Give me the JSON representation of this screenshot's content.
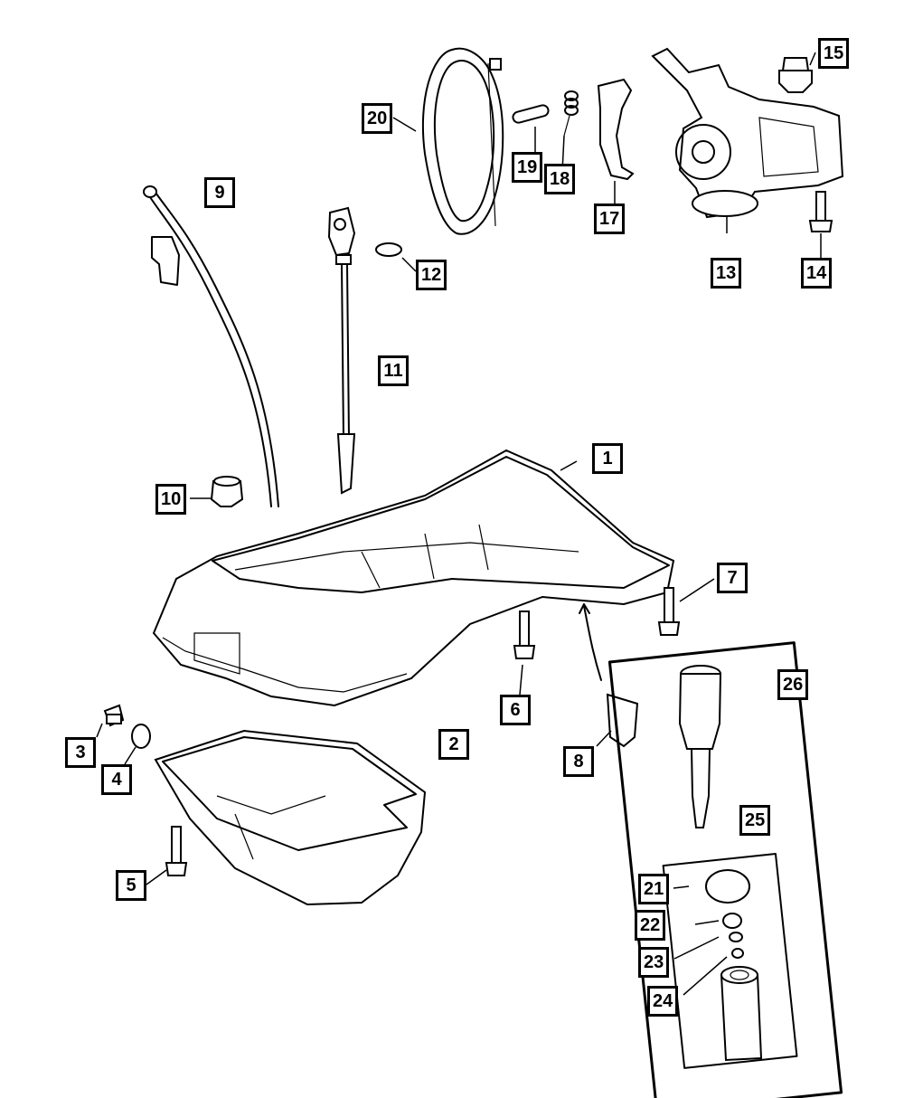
{
  "diagram": {
    "callouts": [
      {
        "id": "c1",
        "label": "1"
      },
      {
        "id": "c2",
        "label": "2"
      },
      {
        "id": "c3",
        "label": "3"
      },
      {
        "id": "c4",
        "label": "4"
      },
      {
        "id": "c5",
        "label": "5"
      },
      {
        "id": "c6",
        "label": "6"
      },
      {
        "id": "c7",
        "label": "7"
      },
      {
        "id": "c8",
        "label": "8"
      },
      {
        "id": "c9",
        "label": "9"
      },
      {
        "id": "c10",
        "label": "10"
      },
      {
        "id": "c11",
        "label": "11"
      },
      {
        "id": "c12",
        "label": "12"
      },
      {
        "id": "c13",
        "label": "13"
      },
      {
        "id": "c14",
        "label": "14"
      },
      {
        "id": "c15",
        "label": "15"
      },
      {
        "id": "c17",
        "label": "17"
      },
      {
        "id": "c18",
        "label": "18"
      },
      {
        "id": "c19",
        "label": "19"
      },
      {
        "id": "c20",
        "label": "20"
      },
      {
        "id": "c21",
        "label": "21"
      },
      {
        "id": "c22",
        "label": "22"
      },
      {
        "id": "c23",
        "label": "23"
      },
      {
        "id": "c24",
        "label": "24"
      },
      {
        "id": "c25",
        "label": "25"
      },
      {
        "id": "c26",
        "label": "26"
      }
    ]
  }
}
